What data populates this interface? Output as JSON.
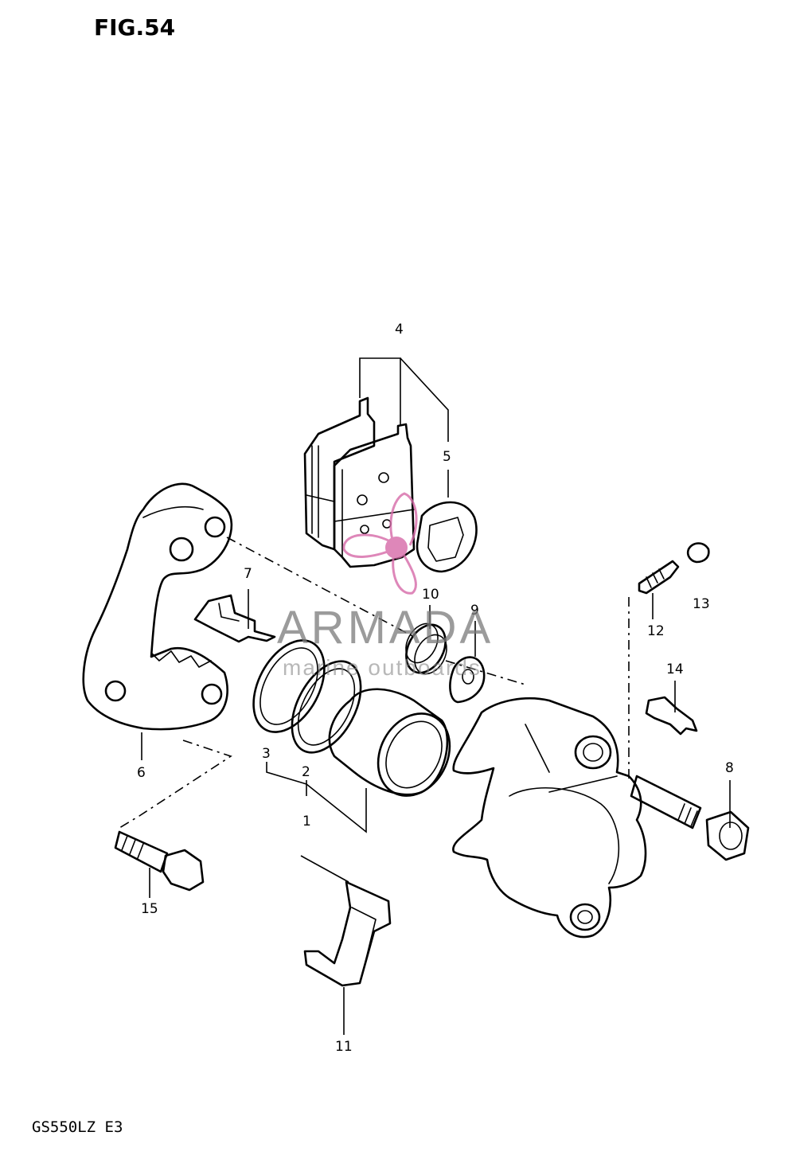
{
  "figure": {
    "title": "FIG.54"
  },
  "model_code": "GS550LZ E3",
  "watermark": {
    "brand": "ARMADA",
    "tagline": "marine outboards"
  },
  "callouts": [
    "1",
    "2",
    "3",
    "4",
    "5",
    "6",
    "7",
    "8",
    "9",
    "10",
    "11",
    "12",
    "13",
    "14",
    "15"
  ],
  "colors": {
    "line": "#000000",
    "background": "#ffffff",
    "watermark_pink": "#d66aa8",
    "watermark_text": "#7a7a7a"
  }
}
